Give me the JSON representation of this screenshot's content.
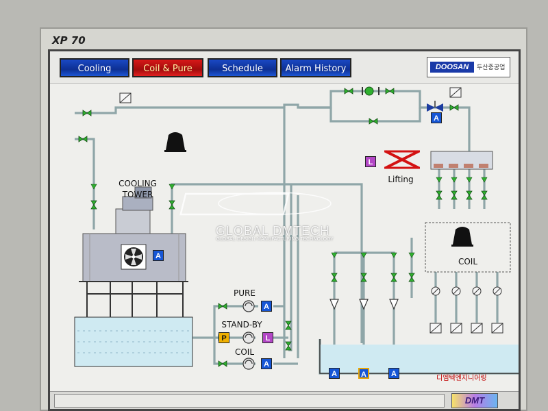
{
  "device_model": "XP 70",
  "tabs": [
    {
      "label": "Cooling",
      "active": false
    },
    {
      "label": "Coil & Pure",
      "active": true
    },
    {
      "label": "Schedule",
      "active": false
    },
    {
      "label": "Alarm History",
      "active": false
    }
  ],
  "logo": {
    "brand": "DOOSAN",
    "korean": "두산중공업"
  },
  "labels": {
    "cooling_tower_1": "COOLING",
    "cooling_tower_2": "TOWER",
    "pure": "PURE",
    "standby": "STAND-BY",
    "coil_pump": "COIL",
    "lifting": "Lifting",
    "coil": "COIL"
  },
  "status_boxes": {
    "a": "A",
    "p": "P",
    "l": "L"
  },
  "watermark": {
    "title": "GLOBAL DMTECH",
    "subtitle": "GLOBAL DESIGN MANUFACTURING TECHNOLOGY"
  },
  "footer": {
    "korean_company": "디엠텍엔지니어링",
    "brand": "DMT"
  },
  "colors": {
    "pipe": "#8fa6a8",
    "valve": "#2fb02f",
    "water": "#cfeaf2",
    "tab_active": "#c81414",
    "tab_inactive": "#1240b6",
    "auto": "#1656d6",
    "panel": "#b9bcc8"
  }
}
